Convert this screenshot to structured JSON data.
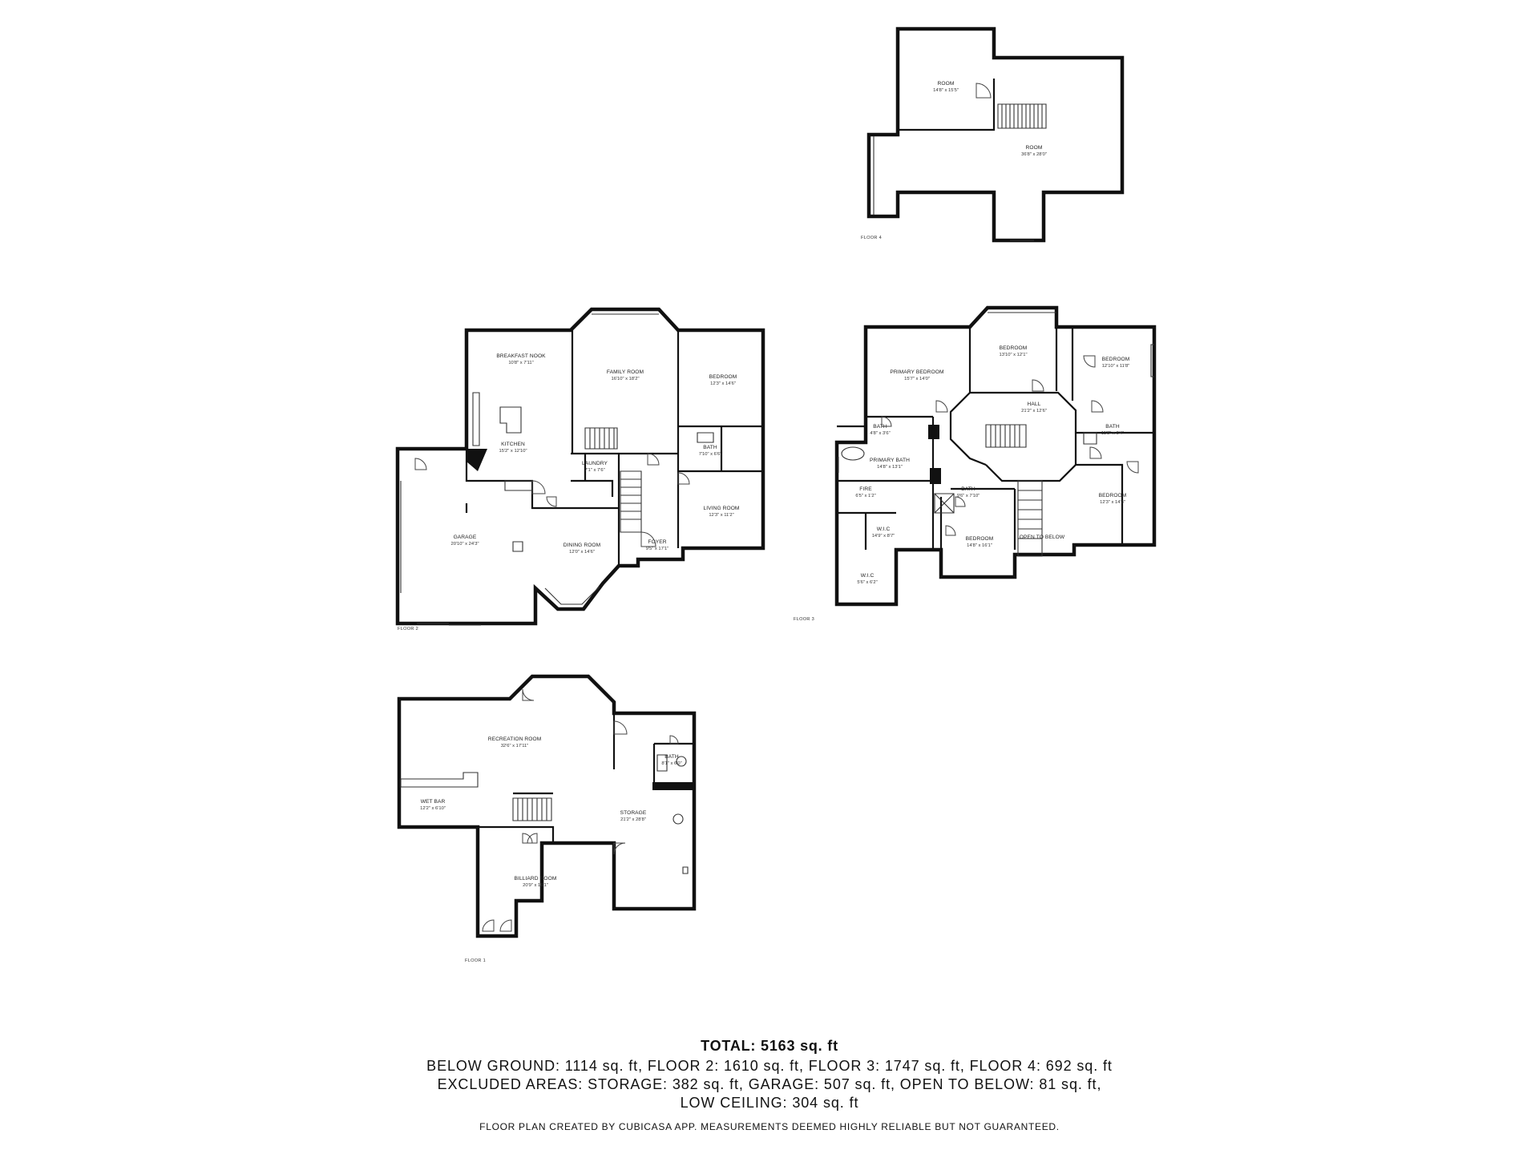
{
  "floors": {
    "floor4": {
      "label": "FLOOR 4",
      "rooms": [
        {
          "name": "ROOM",
          "dims": "14'8\" x 15'5\""
        },
        {
          "name": "ROOM",
          "dims": "36'8\" x 28'0\""
        }
      ]
    },
    "floor2": {
      "label": "FLOOR 2",
      "rooms": [
        {
          "name": "BREAKFAST NOOK",
          "dims": "10'8\" x 7'11\""
        },
        {
          "name": "FAMILY ROOM",
          "dims": "16'10\" x 18'2\""
        },
        {
          "name": "BEDROOM",
          "dims": "12'3\" x 14'6\""
        },
        {
          "name": "KITCHEN",
          "dims": "15'2\" x 12'10\""
        },
        {
          "name": "BATH",
          "dims": "7'10\" x 6'6\""
        },
        {
          "name": "LAUNDRY",
          "dims": "7'1\" x 7'6\""
        },
        {
          "name": "LIVING ROOM",
          "dims": "12'3\" x 11'2\""
        },
        {
          "name": "GARAGE",
          "dims": "20'10\" x 24'3\""
        },
        {
          "name": "DINING ROOM",
          "dims": "12'0\" x 14'6\""
        },
        {
          "name": "FOYER",
          "dims": "9'5\" x 17'1\""
        }
      ]
    },
    "floor3": {
      "label": "FLOOR 3",
      "rooms": [
        {
          "name": "PRIMARY BEDROOM",
          "dims": "15'7\" x 14'0\""
        },
        {
          "name": "BEDROOM",
          "dims": "13'10\" x 12'1\""
        },
        {
          "name": "BEDROOM",
          "dims": "12'10\" x 11'8\""
        },
        {
          "name": "HALL",
          "dims": "21'2\" x 12'6\""
        },
        {
          "name": "BATH",
          "dims": "4'8\" x 3'6\""
        },
        {
          "name": "PRIMARY BATH",
          "dims": "14'8\" x 13'1\""
        },
        {
          "name": "BATH",
          "dims": "11'8\" x 6'4\""
        },
        {
          "name": "BATH",
          "dims": "9'6\" x 7'10\""
        },
        {
          "name": "BEDROOM",
          "dims": "12'3\" x 14'3\""
        },
        {
          "name": "FIRE",
          "dims": "6'5\" x 1'2\""
        },
        {
          "name": "W.I.C",
          "dims": "14'9\" x 8'7\""
        },
        {
          "name": "BEDROOM",
          "dims": "14'8\" x 16'1\""
        },
        {
          "name": "OPEN TO BELOW",
          "dims": ""
        },
        {
          "name": "W.I.C",
          "dims": "5'6\" x 6'2\""
        }
      ]
    },
    "floor1": {
      "label": "FLOOR 1",
      "rooms": [
        {
          "name": "RECREATION ROOM",
          "dims": "32'6\" x 17'11\""
        },
        {
          "name": "BATH",
          "dims": "8'1\" x 6'0\""
        },
        {
          "name": "WET BAR",
          "dims": "12'2\" x 6'10\""
        },
        {
          "name": "STORAGE",
          "dims": "21'2\" x 28'8\""
        },
        {
          "name": "BILLIARD ROOM",
          "dims": "20'9\" x 16'1\""
        }
      ]
    }
  },
  "summary": {
    "total": "TOTAL: 5163 sq. ft",
    "line1": "BELOW GROUND: 1114 sq. ft, FLOOR 2: 1610 sq. ft, FLOOR 3: 1747 sq. ft, FLOOR 4: 692 sq. ft",
    "line2": "EXCLUDED AREAS: STORAGE: 382 sq. ft, GARAGE: 507 sq. ft, OPEN TO BELOW: 81 sq. ft,",
    "line3": "LOW CEILING: 304 sq. ft",
    "credit": "FLOOR PLAN CREATED BY CUBICASA APP. MEASUREMENTS DEEMED HIGHLY RELIABLE BUT NOT GUARANTEED."
  }
}
